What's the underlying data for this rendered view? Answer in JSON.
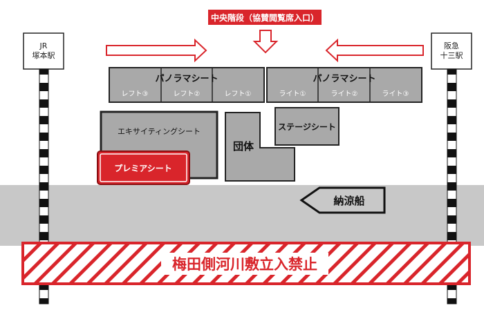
{
  "entrance": {
    "label": "中央階段（協賛閲覧席入口）",
    "color": "#d9252b"
  },
  "stations": {
    "left": {
      "label_line1": "JR",
      "label_line2": "塚本駅"
    },
    "right": {
      "label_line1": "阪急",
      "label_line2": "十三駅"
    }
  },
  "panorama_left": {
    "title": "パノラマシート",
    "seats": [
      "レフト③",
      "レフト②",
      "レフト①"
    ]
  },
  "panorama_right": {
    "title": "パノラマシート",
    "seats": [
      "ライト①",
      "ライト②",
      "ライト③"
    ]
  },
  "stage_seat": {
    "label": "ステージシート"
  },
  "exciting_seat": {
    "label": "エキサイティングシート"
  },
  "premium_seat": {
    "label": "プレミアシート"
  },
  "group_area": {
    "label": "団体"
  },
  "boat": {
    "label": "納涼船"
  },
  "no_entry": {
    "label": "梅田側河川敷立入禁止",
    "color": "#d9252b"
  },
  "colors": {
    "seat_fill": "#a9a9a9",
    "river": "#c8c8c8",
    "premium": "#d9252b",
    "border": "#222222"
  }
}
